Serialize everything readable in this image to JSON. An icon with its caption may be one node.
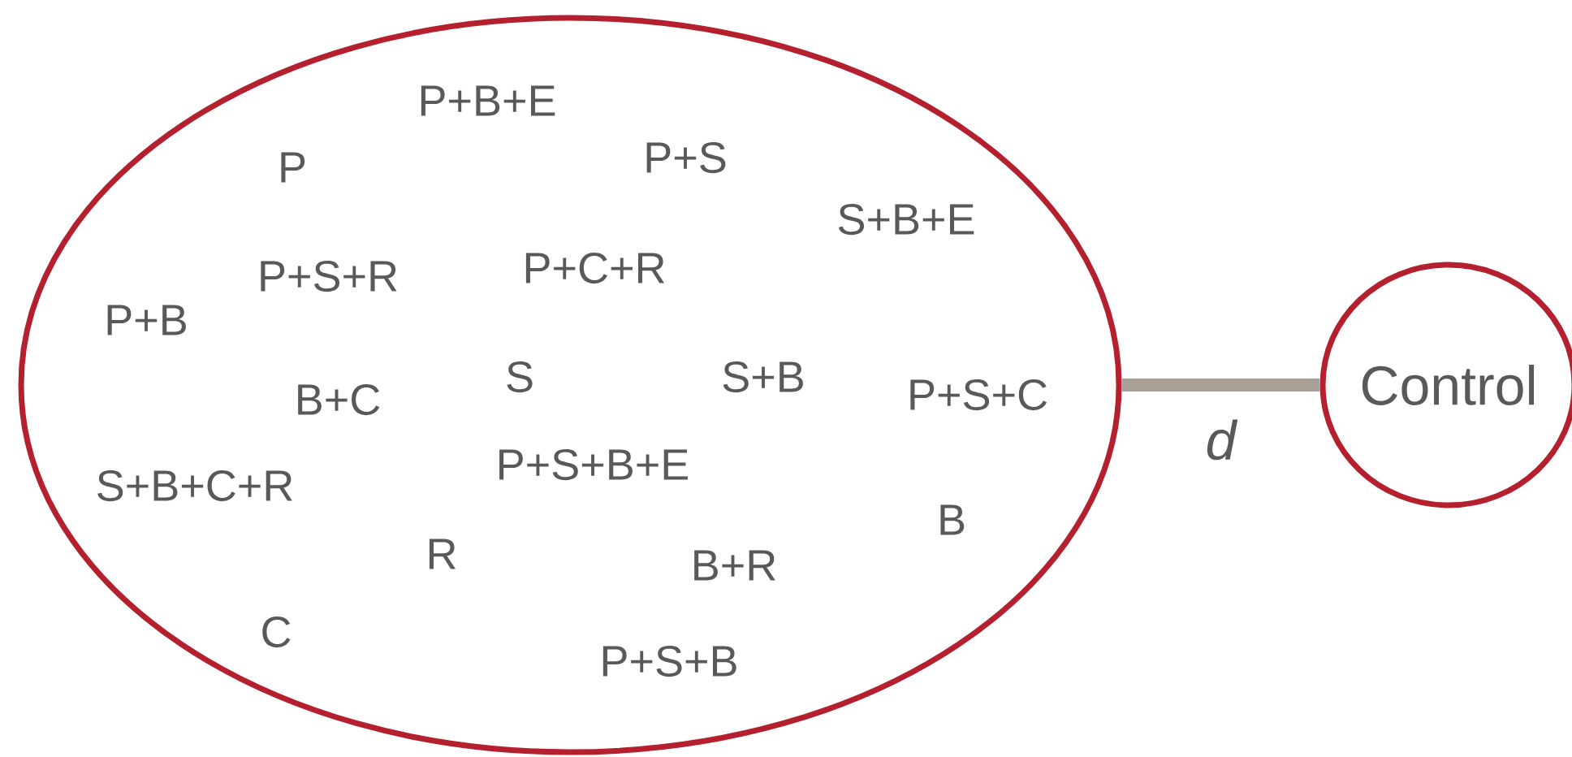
{
  "diagram": {
    "nodes": [
      {
        "text": [
          "P+B+E",
          "P",
          "P+S",
          "S+B+E",
          "P+S+R",
          "P+C+R",
          "P+B",
          "B+C",
          "S",
          "S+B",
          "P+S+C",
          "S+B+C+R",
          "P+S+B+E",
          "B",
          "R",
          "B+R",
          "C",
          "P+S+B"
        ]
      },
      {
        "text": [
          "Control"
        ]
      }
    ],
    "edges": [
      {
        "from": 0,
        "to": 1,
        "arrow": "none",
        "label": "d"
      }
    ]
  }
}
